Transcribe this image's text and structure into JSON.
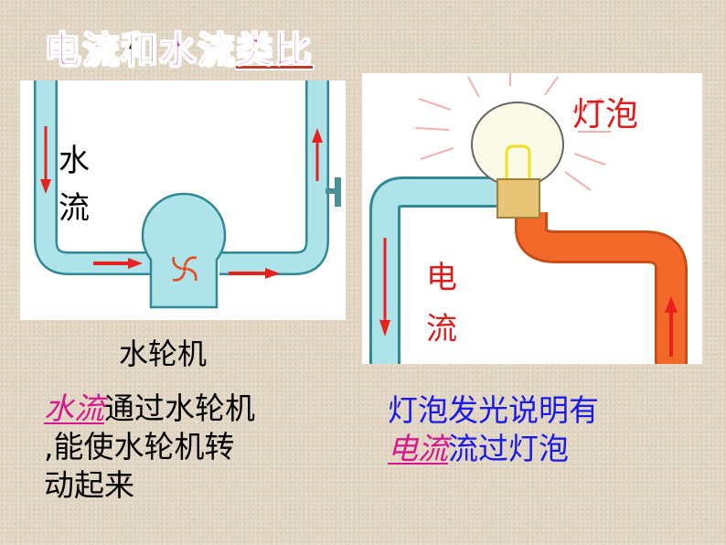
{
  "title": {
    "part1": "电流",
    "part2": "和",
    "part3": "水流",
    "part4": "类比"
  },
  "left_diagram": {
    "label_line1": "水",
    "label_line2": "流",
    "caption": "水轮机"
  },
  "right_diagram": {
    "bulb_label": "灯泡",
    "label_line1": "电",
    "label_line2": "流"
  },
  "left_text": {
    "highlight": "水流",
    "line1_rest": "通过水轮机",
    "line2": ",能使水轮机转",
    "line3": "动起来"
  },
  "right_text": {
    "line1": "灯泡发光说明有",
    "highlight": "电流",
    "line2_rest": "流过灯泡"
  },
  "colors": {
    "water_pipe": "#aee3ea",
    "pipe_border": "#2f8a96",
    "arrow_red": "#e8201e",
    "orange_wire": "#f2692a",
    "magenta": "#d4188f",
    "blue_text": "#1a1ae8"
  }
}
